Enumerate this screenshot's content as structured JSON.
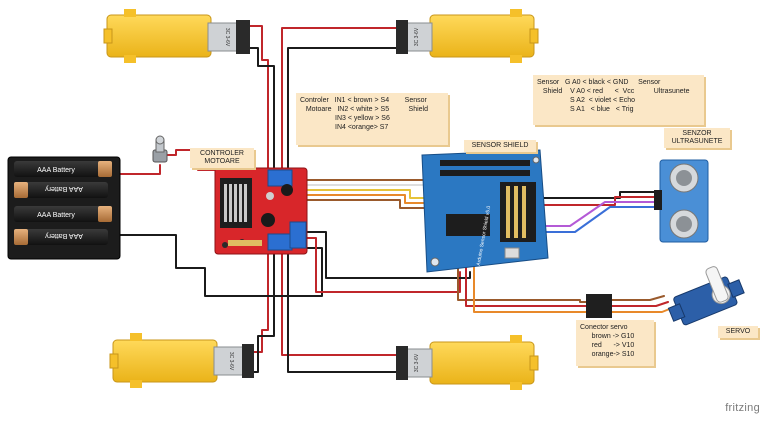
{
  "labels": {
    "battery_1": "AAA Battery",
    "battery_2": "AAA Battery",
    "battery_3": "AAA Battery",
    "battery_4": "AAA Battery",
    "motor_marking": "3C 3-6V",
    "controller_title": "CONTROLER\nMOTOARE",
    "sensor_shield_title": "SENSOR SHIELD",
    "ultrasonic_title": "SENZOR\nULTRASUNETE",
    "servo_title": "SERVO",
    "shield_board_text": "Arduino Sensor Shield v5.0",
    "watermark": "fritzing"
  },
  "notes": {
    "controller_map": "Controler   IN1 < brown > S4        Sensor\n   Motoare   IN2 < white > S5          Shield\n                  IN3 < yellow > S6\n                  IN4 <orange> S7",
    "sensor_map": "Sensor   G A0 < black < GND     Sensor\n   Shield    V A0 < red      <  Vcc          Ultrasunete\n                 S A2  < violet < Echo\n                 S A1   < blue   < Trig",
    "servo_map": "Conector servo\n      brown -> G10\n      red      -> V10\n      orange-> S10"
  },
  "colors": {
    "wire_red": "#c0262b",
    "wire_black": "#1b1b1b",
    "wire_brown": "#9a5a2c",
    "wire_yellow": "#e6c33a",
    "wire_white": "#e8e8e8",
    "wire_orange": "#e8892a",
    "wire_violet": "#b45ad6",
    "wire_blue": "#3a6fd8",
    "motor_yellow": "#f7c632",
    "board_red": "#d8262a",
    "shield_blue": "#2b78c2",
    "sensor_blue": "#4a8fd6",
    "note_bg": "#fbe7c6"
  }
}
